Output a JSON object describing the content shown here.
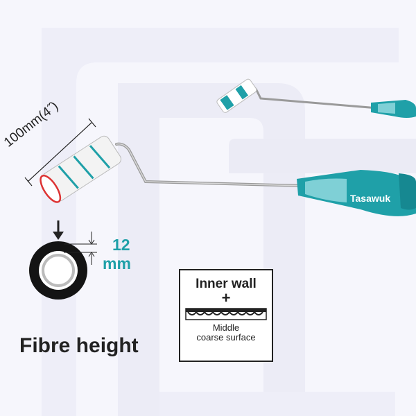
{
  "roller": {
    "size_label": "100mm(4˝)"
  },
  "fibre": {
    "value": "12",
    "unit": "mm",
    "title": "Fibre height"
  },
  "surface": {
    "title": "Inner wall",
    "plus": "+",
    "line1": "Middle",
    "line2": "coarse surface"
  },
  "brand": {
    "watermark": "Tasawuk"
  },
  "colors": {
    "accent": "#1fa0a8",
    "dark": "#222222",
    "watermark_bg": "#eeeef8"
  }
}
